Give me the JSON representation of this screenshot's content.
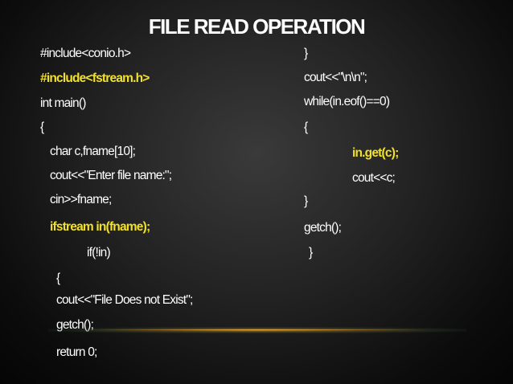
{
  "slide": {
    "title": "FILE READ OPERATION",
    "highlight_color": "#f2e12b",
    "left_code": [
      "#include<conio.h>",
      "#include<fstream.h>",
      "int main()",
      "{",
      "char c,fname[10];",
      "cout<<\"Enter file name:\";",
      "cin>>fname;",
      "ifstream in(fname);",
      "if(!in)",
      "{",
      "cout<<\"File Does not Exist\";",
      "getch();",
      "return 0;"
    ],
    "right_code": [
      "}",
      "cout<<\"\\n\\n\";",
      "while(in.eof()==0)",
      "{",
      "in.get(c);",
      "cout<<c;",
      "}",
      "getch();",
      "}"
    ]
  }
}
